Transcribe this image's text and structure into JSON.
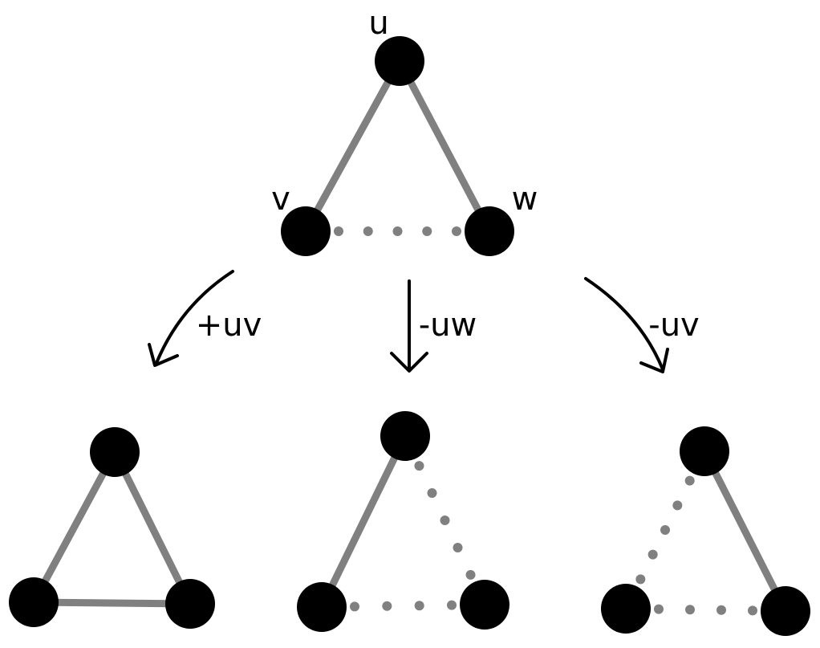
{
  "colors": {
    "node": "#000000",
    "edge": "#808080",
    "arrow": "#000000",
    "background": "#ffffff"
  },
  "top": {
    "labels": {
      "u": "u",
      "v": "v",
      "w": "w"
    },
    "edges": {
      "uv": "solid",
      "uw": "solid",
      "vw": "dotted"
    }
  },
  "operations": [
    {
      "label": "+uv",
      "edges": {
        "uv": "solid",
        "uw": "solid",
        "vw": "solid"
      }
    },
    {
      "label": "-uw",
      "edges": {
        "uv": "solid",
        "uw": "dotted",
        "vw": "dotted"
      }
    },
    {
      "label": "-uv",
      "edges": {
        "uv": "dotted",
        "uw": "solid",
        "vw": "dotted"
      }
    }
  ]
}
